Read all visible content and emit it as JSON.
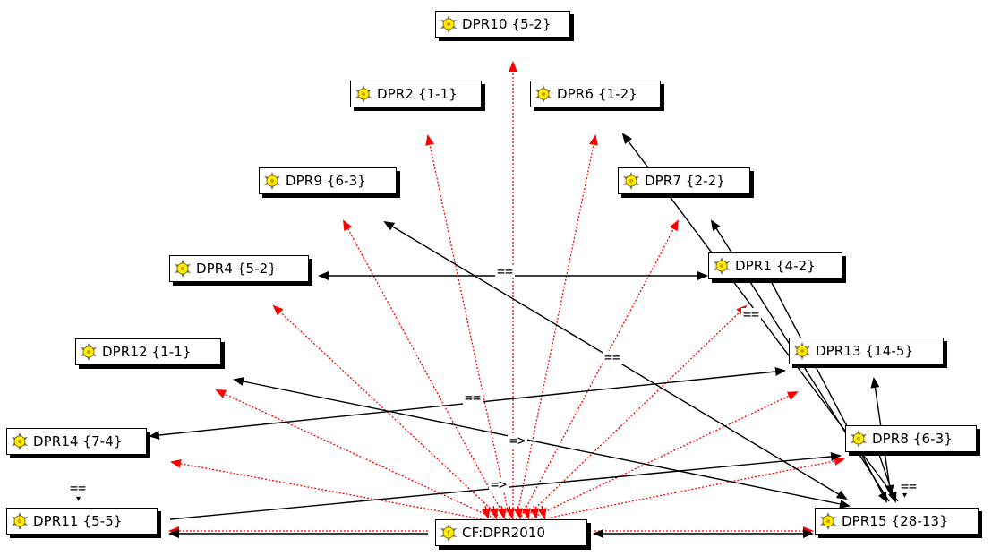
{
  "nodes": [
    {
      "id": "dpr10",
      "label": "DPR10 {5-2}",
      "icon": "server-star-icon"
    },
    {
      "id": "dpr2",
      "label": "DPR2 {1-1}",
      "icon": "server-star-icon"
    },
    {
      "id": "dpr6",
      "label": "DPR6 {1-2}",
      "icon": "server-star-icon"
    },
    {
      "id": "dpr9",
      "label": "DPR9 {6-3}",
      "icon": "server-star-icon"
    },
    {
      "id": "dpr7",
      "label": "DPR7 {2-2}",
      "icon": "server-star-icon"
    },
    {
      "id": "dpr4",
      "label": "DPR4 {5-2}",
      "icon": "server-star-icon"
    },
    {
      "id": "dpr1",
      "label": "DPR1 {4-2}",
      "icon": "server-star-icon"
    },
    {
      "id": "dpr12",
      "label": "DPR12 {1-1}",
      "icon": "server-star-icon"
    },
    {
      "id": "dpr13",
      "label": "DPR13 {14-5}",
      "icon": "server-star-icon"
    },
    {
      "id": "dpr14",
      "label": "DPR14 {7-4}",
      "icon": "server-star-icon"
    },
    {
      "id": "dpr8",
      "label": "DPR8 {6-3}",
      "icon": "server-star-icon"
    },
    {
      "id": "dpr11",
      "label": "DPR11 {5-5}",
      "icon": "server-star-icon"
    },
    {
      "id": "cf",
      "label": "CF:DPR2010",
      "icon": "server-flag-icon"
    },
    {
      "id": "dpr15",
      "label": "DPR15 {28-13}",
      "icon": "server-star-icon"
    }
  ],
  "edge_labels": {
    "dpr4_dpr1": "==",
    "dpr1_dpr15": "==",
    "dpr9_dpr15": "==",
    "dpr14_dpr13": "==",
    "dpr12_dpr15": "=>",
    "dpr11_dpr8": "=>",
    "dpr14_dpr11": "==",
    "dpr8_dpr15": "=="
  },
  "colors": {
    "dependency": "#ff0000",
    "relation": "#000000",
    "node_border": "#000000",
    "icon": "#ffee00"
  }
}
